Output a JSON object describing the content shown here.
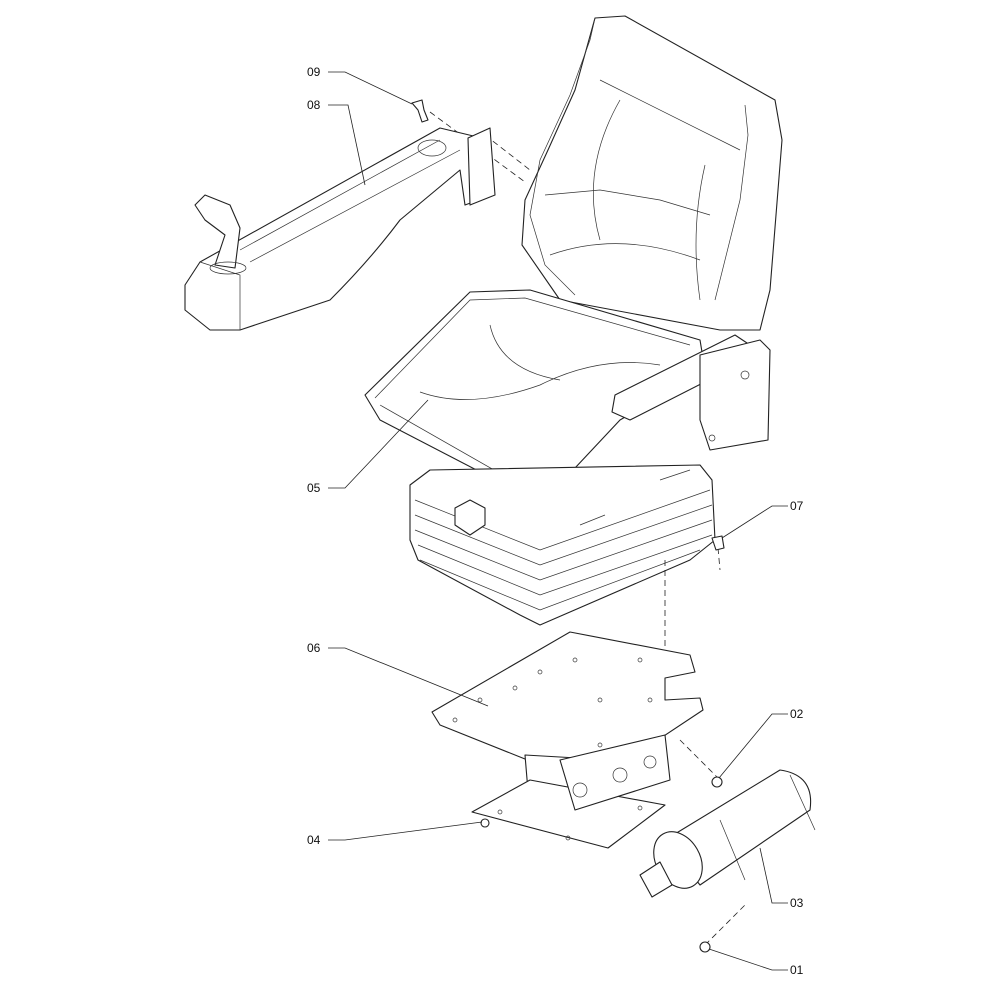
{
  "diagram": {
    "type": "exploded parts view",
    "callouts": [
      {
        "id": "09",
        "label": "09"
      },
      {
        "id": "08",
        "label": "08"
      },
      {
        "id": "05",
        "label": "05"
      },
      {
        "id": "07",
        "label": "07"
      },
      {
        "id": "06",
        "label": "06"
      },
      {
        "id": "02",
        "label": "02"
      },
      {
        "id": "04",
        "label": "04"
      },
      {
        "id": "03",
        "label": "03"
      },
      {
        "id": "01",
        "label": "01"
      }
    ]
  }
}
